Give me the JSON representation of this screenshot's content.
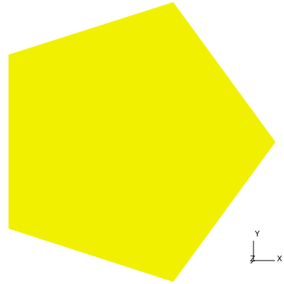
{
  "scene": {
    "background_color": "#ffffff",
    "shape": {
      "type": "regular-pentagon",
      "fill_color": "#f0f000"
    }
  },
  "axes_triad": {
    "color": "#000000",
    "x_label": "X",
    "y_label": "Y",
    "z_label": "Z"
  }
}
